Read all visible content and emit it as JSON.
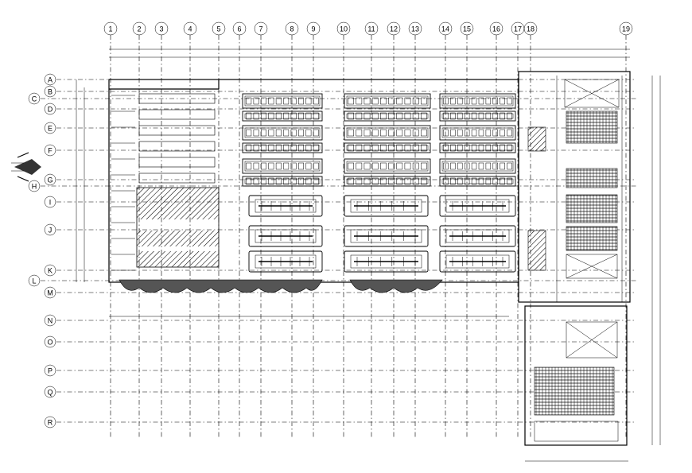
{
  "columns": [
    "1",
    "2",
    "3",
    "4",
    "5",
    "6",
    "7",
    "8",
    "9",
    "10",
    "11",
    "12",
    "13",
    "14",
    "15",
    "16",
    "17",
    "18",
    "19"
  ],
  "rows": [
    "A",
    "B",
    "C",
    "D",
    "E",
    "F",
    "G",
    "H",
    "I",
    "J",
    "K",
    "L",
    "M",
    "N",
    "O",
    "P",
    "Q",
    "R"
  ]
}
